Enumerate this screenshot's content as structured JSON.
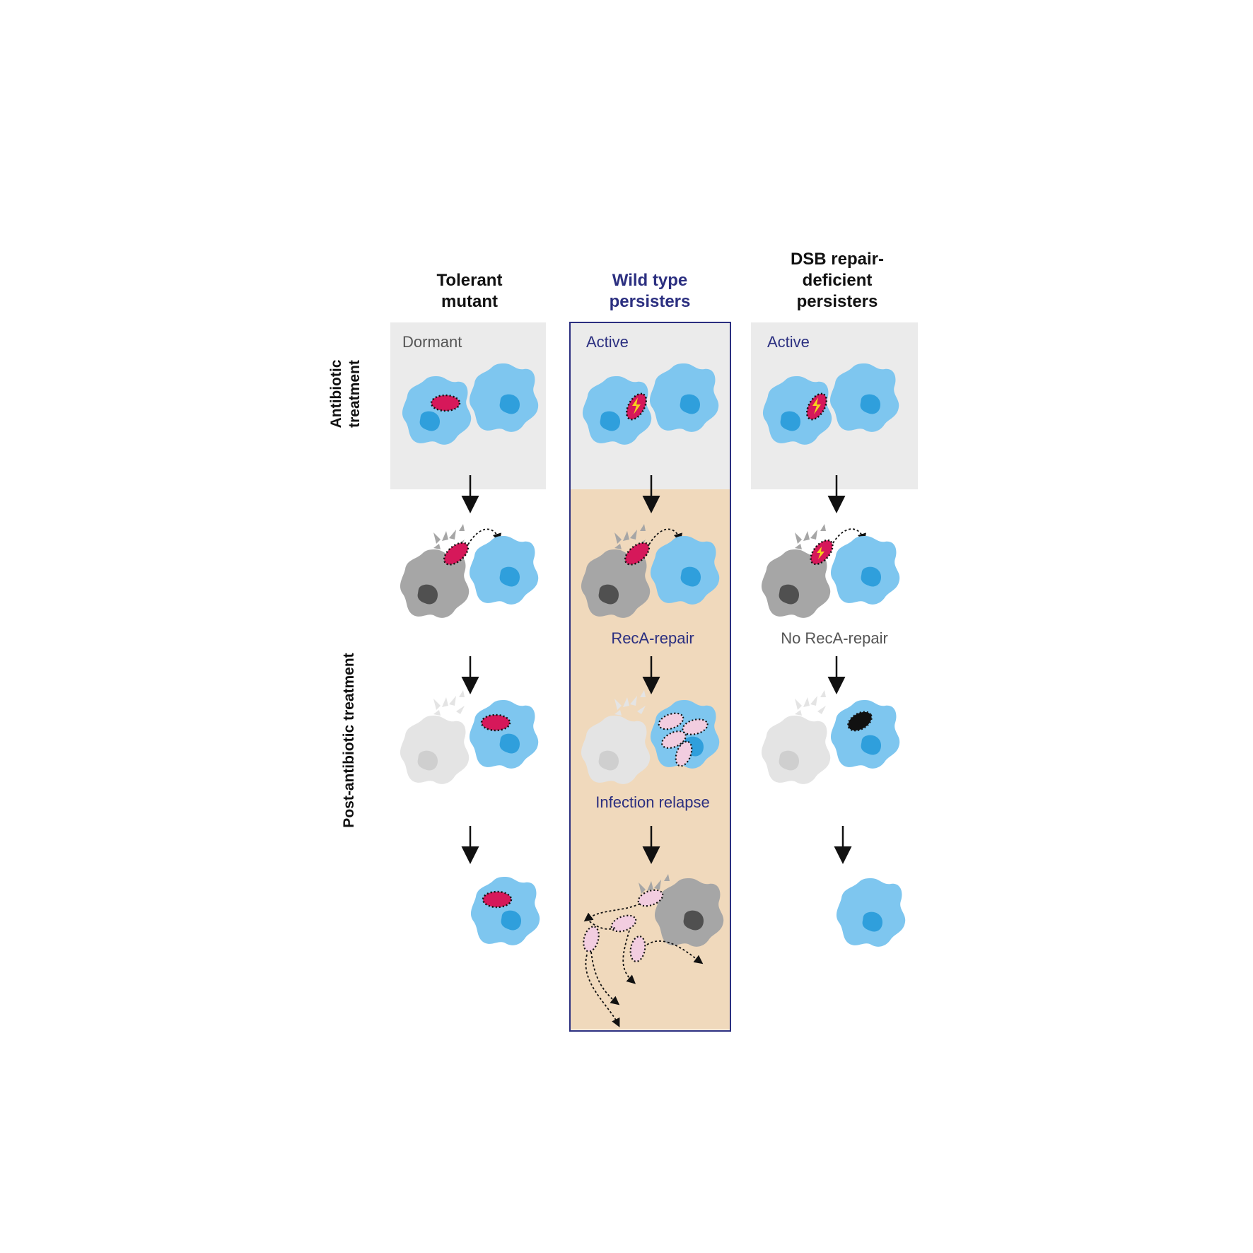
{
  "columns": {
    "tolerant": {
      "title": "Tolerant\nmutant",
      "state": "Dormant"
    },
    "wild_type": {
      "title": "Wild type\npersisters",
      "state": "Active",
      "repair_label": "RecA-repair",
      "relapse_label": "Infection relapse"
    },
    "dsb": {
      "title": "DSB repair-\ndeficient\npersisters",
      "state": "Active",
      "repair_label": "No RecA-repair"
    }
  },
  "row_labels": {
    "antibiotic": "Antibiotic\ntreatment",
    "post": "Post-antibiotic treatment"
  },
  "colors": {
    "macrophage": "#7ec6ef",
    "macrophage_nucleus": "#2f9fdc",
    "dead_macrophage": "#a6a6a6",
    "dead_nucleus": "#505050",
    "ghost_macrophage": "#e4e4e4",
    "ghost_nucleus": "#cfcfcf",
    "persister": "#d6185a",
    "relapse_bacteria": "#f2cde0",
    "killed_bacterium": "#111111",
    "lightning": "#f6d21b",
    "panel_grey": "#ebebeb",
    "panel_tan": "#f0d9bc",
    "accent_navy": "#2b2f80"
  }
}
